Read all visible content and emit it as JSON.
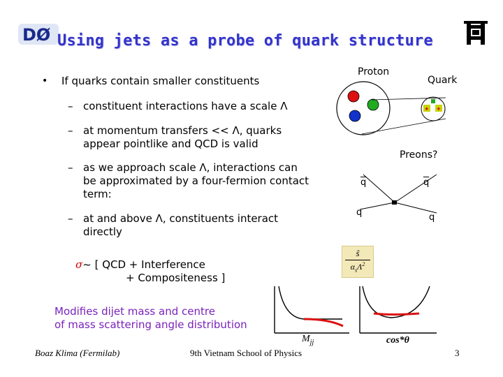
{
  "header": {
    "logo_text": "DØ",
    "title": "Using jets as a probe of quark structure",
    "lab_logo": "fermilab-logo"
  },
  "body": {
    "bullet": "If quarks contain smaller constituents",
    "items": [
      {
        "text": "constituent interactions have a scale Λ"
      },
      {
        "line1": "at momentum transfers << Λ, quarks",
        "line2": "appear pointlike and QCD is valid"
      },
      {
        "line1": "as we approach scale Λ, interactions can",
        "line2": "be approximated by a four-fermion contact",
        "line3": "term:"
      },
      {
        "line1": "at and above Λ, constituents interact",
        "line2": "directly"
      }
    ],
    "dash": "–",
    "sigma_line1_symbol": "σ",
    "sigma_line1": "~ [ QCD + Interference",
    "sigma_line2": "+ Compositeness ]",
    "modifies_line1": "Modifies dijet mass and centre",
    "modifies_line2": "of mass scattering angle distribution"
  },
  "diagram": {
    "proton_label": "Proton",
    "quark_label": "Quark",
    "preons_label": "Preons?",
    "q_labels": [
      "q",
      "q",
      "q",
      "q"
    ],
    "formula_num": "ŝ",
    "formula_den": "α_s Λ^2",
    "colors": {
      "red": "#dd1111",
      "blue": "#1133cc",
      "green": "#22aa22",
      "title": "#3333cc",
      "purple": "#7a22bb"
    }
  },
  "plots": {
    "mij_label": "M",
    "mij_sub": "jj",
    "cos_label": "cos*θ"
  },
  "footer": {
    "author": "Boaz Klima (Fermilab)",
    "event": "9th Vietnam School of Physics",
    "page": "3"
  }
}
